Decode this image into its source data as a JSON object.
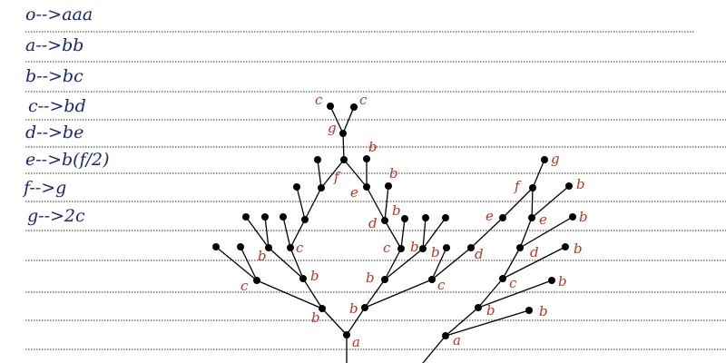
{
  "rules": [
    "o-->aaa",
    "a-->bb",
    "b-->bc",
    "c-->bd",
    "d-->be",
    "e-->b(f/2)",
    "f-->g",
    "g-->2c"
  ],
  "node_labels": [
    "a",
    "b",
    "b",
    "c",
    "b",
    "b",
    "c",
    "f",
    "g",
    "c",
    "c",
    "e",
    "b",
    "d",
    "b",
    "b",
    "c",
    "b",
    "b",
    "b",
    "c",
    "d",
    "e",
    "a",
    "b",
    "c",
    "d",
    "e",
    "f",
    "g",
    "b",
    "b",
    "b",
    "b",
    "b"
  ],
  "colors": {
    "rule_text": "#1a2478",
    "label": "#c0331d",
    "node": "#000000",
    "rule_line": "#999999"
  }
}
